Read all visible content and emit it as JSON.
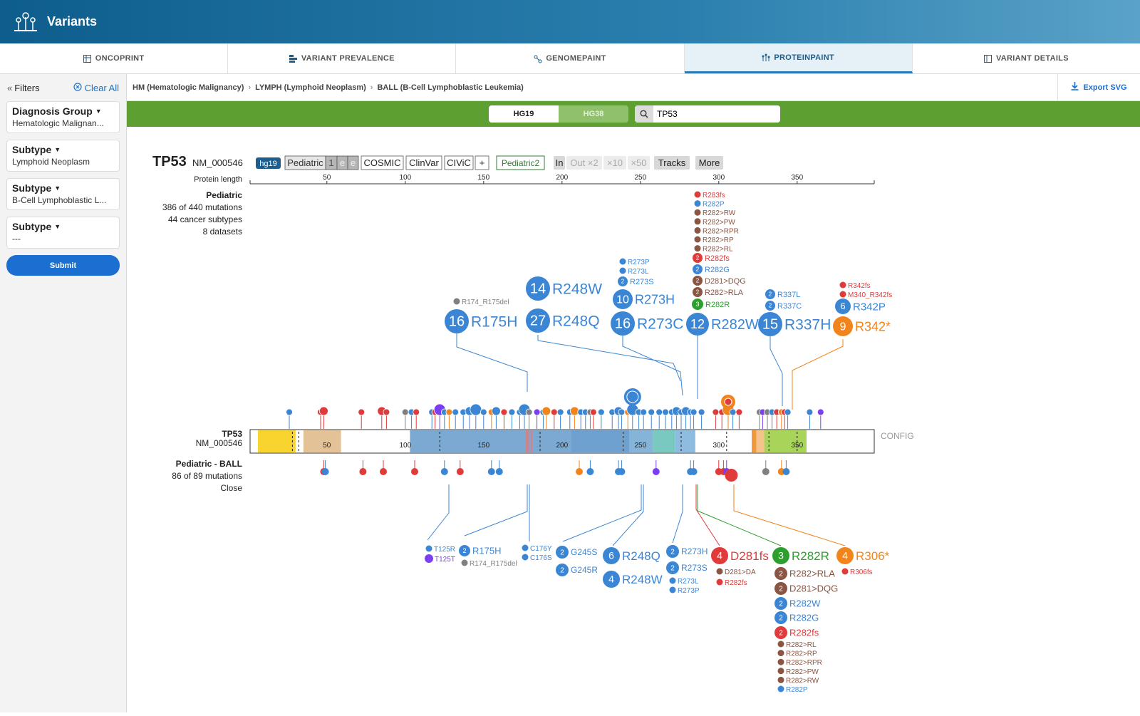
{
  "app": {
    "title": "Variants"
  },
  "tabs": [
    {
      "label": "ONCOPRINT"
    },
    {
      "label": "VARIANT PREVALENCE"
    },
    {
      "label": "GENOMEPAINT"
    },
    {
      "label": "PROTEINPAINT"
    },
    {
      "label": "VARIANT DETAILS"
    }
  ],
  "sidebar": {
    "filters_label": "Filters",
    "clear_label": "Clear All",
    "cards": [
      {
        "label": "Diagnosis Group",
        "value": "Hematologic Malignan..."
      },
      {
        "label": "Subtype",
        "value": "Lymphoid Neoplasm"
      },
      {
        "label": "Subtype",
        "value": "B-Cell Lymphoblastic L..."
      },
      {
        "label": "Subtype",
        "value": "---"
      }
    ],
    "submit_label": "Submit"
  },
  "breadcrumb": {
    "items": [
      "HM (Hematologic Malignancy)",
      "LYMPH (Lymphoid Neoplasm)",
      "BALL (B-Cell Lymphoblastic Leukemia)"
    ],
    "export_label": "Export SVG"
  },
  "genome": {
    "hg19": "HG19",
    "hg38": "HG38",
    "search_value": "TP53"
  },
  "protein": {
    "gene": "TP53",
    "transcript": "NM_000546",
    "build": "hg19",
    "buttons": [
      "Pediatric",
      "1",
      "e",
      "e",
      "COSMIC",
      "ClinVar",
      "CIViC",
      "+"
    ],
    "pediatric2": "Pediatric2",
    "zoom": [
      "In",
      "Out ×2",
      "×10",
      "×50"
    ],
    "tracks": "Tracks",
    "more": "More",
    "axis_title": "Protein length",
    "axis_ticks": [
      "50",
      "100",
      "150",
      "200",
      "250",
      "300",
      "350"
    ],
    "track_label_1": "Pediatric",
    "track_stats_1": [
      "386 of 440 mutations",
      "44 cancer subtypes",
      "8 datasets"
    ],
    "domain_label_gene": "TP53",
    "domain_label_tx": "NM_000546",
    "domain_ticks": [
      "50",
      "100",
      "150",
      "200",
      "250",
      "300",
      "350"
    ],
    "config": "CONFIG",
    "track_label_2": "Pediatric - BALL",
    "track_stats_2": "86 of 89 mutations",
    "close": "Close",
    "upper_labels": {
      "R175H": {
        "count": "16",
        "name": "R175H"
      },
      "R248Q": {
        "count": "27",
        "name": "R248Q"
      },
      "R248W": {
        "count": "14",
        "name": "R248W"
      },
      "R174del": "R174_R175del",
      "R273C": {
        "count": "16",
        "name": "R273C"
      },
      "R273H": {
        "count": "10",
        "name": "R273H"
      },
      "R273S": {
        "count": "2",
        "name": "R273S"
      },
      "R273L": "R273L",
      "R273P": "R273P",
      "R282W": {
        "count": "12",
        "name": "R282W"
      },
      "R282R": {
        "count": "3",
        "name": "R282R"
      },
      "R282list": [
        "R283fs",
        "R282P",
        "R282>RW",
        "R282>PW",
        "R282>RPR",
        "R282>RP",
        "R282>RL"
      ],
      "R282fs": {
        "count": "2",
        "name": "R282fs"
      },
      "R282G": {
        "count": "2",
        "name": "R282G"
      },
      "D281DQG": {
        "count": "2",
        "name": "D281>DQG"
      },
      "R282RLA": {
        "count": "2",
        "name": "R282>RLA"
      },
      "R337H": {
        "count": "15",
        "name": "R337H"
      },
      "R337L": {
        "count": "2",
        "name": "R337L"
      },
      "R337C": {
        "count": "2",
        "name": "R337C"
      },
      "R342P": {
        "count": "6",
        "name": "R342P"
      },
      "R342star": {
        "count": "9",
        "name": "R342*"
      },
      "R342fs": "R342fs",
      "M340": "M340_R342fs"
    },
    "lower_labels": {
      "T125R": "T125R",
      "T125T": "T125T",
      "R175H": {
        "count": "2",
        "name": "R175H"
      },
      "R174del": "R174_R175del",
      "C176Y": "C176Y",
      "C176S": "C176S",
      "G245S": {
        "count": "2",
        "name": "G245S"
      },
      "G245R": {
        "count": "2",
        "name": "G245R"
      },
      "R248Q": {
        "count": "6",
        "name": "R248Q"
      },
      "R248W": {
        "count": "4",
        "name": "R248W"
      },
      "R273H": {
        "count": "2",
        "name": "R273H"
      },
      "R273S": {
        "count": "2",
        "name": "R273S"
      },
      "R273L": "R273L",
      "R273P": "R273P",
      "D281fs": {
        "count": "4",
        "name": "D281fs"
      },
      "D281DA": "D281>DA",
      "R282fs_small": "R282fs",
      "R282R": {
        "count": "3",
        "name": "R282R"
      },
      "R282RLA": {
        "count": "2",
        "name": "R282>RLA"
      },
      "D281DQG": {
        "count": "2",
        "name": "D281>DQG"
      },
      "R282W": {
        "count": "2",
        "name": "R282W"
      },
      "R282G": {
        "count": "2",
        "name": "R282G"
      },
      "R282fs": {
        "count": "2",
        "name": "R282fs"
      },
      "R282list": [
        "R282>RL",
        "R282>RP",
        "R282>RPR",
        "R282>PW",
        "R282>RW",
        "R282P"
      ],
      "R306star": {
        "count": "4",
        "name": "R306*"
      },
      "R306fs": "R306fs"
    }
  },
  "colors": {
    "missense": "#3b86d4",
    "frameshift": "#e03a3a",
    "nonsense": "#f2841c",
    "inframe": "#8a5543",
    "silent": "#2e9e2e",
    "splice": "#7b3ff2",
    "other": "#808080"
  }
}
